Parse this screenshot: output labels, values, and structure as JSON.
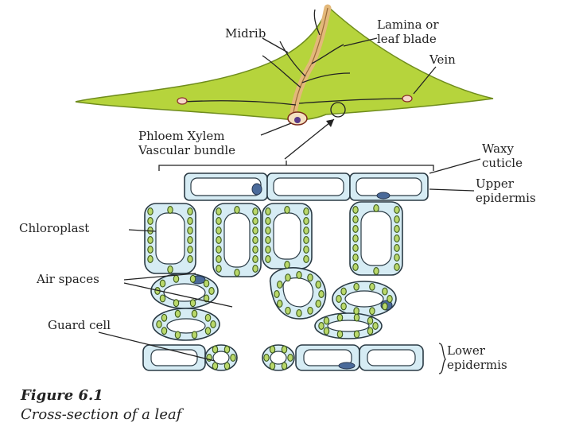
{
  "labels": {
    "midrib": "Midrib",
    "lamina_line1": "Lamina or",
    "lamina_line2": "leaf blade",
    "vein": "Vein",
    "phloem_xylem": "Phloem  Xylem",
    "vascular_bundle": "Vascular bundle",
    "waxy_line1": "Waxy",
    "waxy_line2": "cuticle",
    "upper_line1": "Upper",
    "upper_line2": "epidermis",
    "chloroplast": "Chloroplast",
    "air_spaces": "Air spaces",
    "guard_cell": "Guard cell",
    "lower_line1": "Lower",
    "lower_line2": "epidermis"
  },
  "caption": {
    "figure": "Figure 6.1",
    "title": "Cross-section of a leaf"
  },
  "colors": {
    "leaf": "#b6d43c",
    "leaf_dark": "#8fb02a",
    "midrib": "#e3b87a",
    "cell_fill": "#d6ecf4",
    "chloroplast": "#b9d86a",
    "nucleus": "#4a6a9a"
  }
}
